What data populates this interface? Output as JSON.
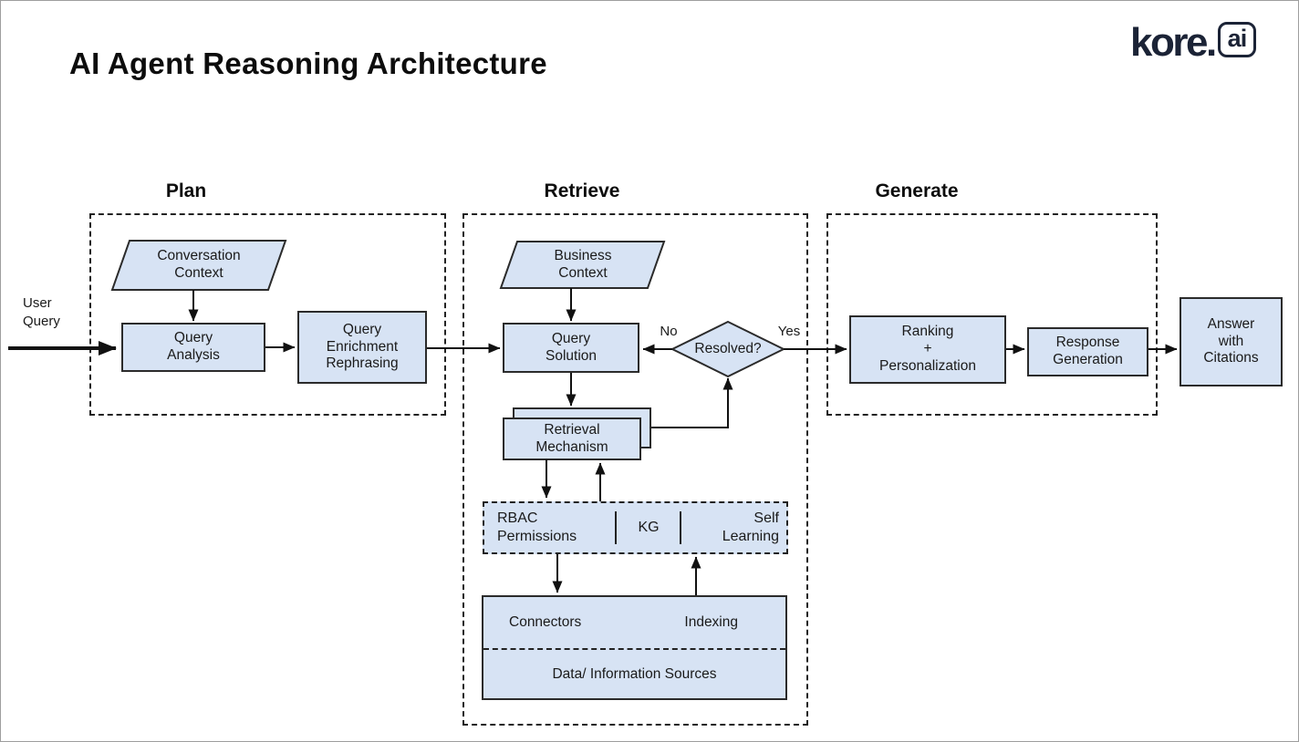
{
  "header": {
    "title": "AI Agent Reasoning Architecture",
    "logo": {
      "wordmark": "kore.",
      "bubble": "ai"
    }
  },
  "colors": {
    "node_fill": "#d7e3f4",
    "node_border": "#2b2b2b",
    "dashed_border": "#222222",
    "arrow": "#111111",
    "logo_navy": "#1b2336"
  },
  "input": {
    "label": "User\nQuery"
  },
  "output": {
    "label": "Answer\nwith\nCitations"
  },
  "decision_labels": {
    "no": "No",
    "yes": "Yes"
  },
  "sections": {
    "plan": {
      "label": "Plan",
      "nodes": {
        "conversation_context": "Conversation\nContext",
        "query_analysis": "Query\nAnalysis",
        "query_enrichment": "Query\nEnrichment\nRephrasing"
      }
    },
    "retrieve": {
      "label": "Retrieve",
      "nodes": {
        "business_context": "Business\nContext",
        "query_solution": "Query\nSolution",
        "resolved": "Resolved?",
        "retrieval_mechanism": "Retrieval\nMechanism",
        "rbac_permissions": "RBAC\nPermissions",
        "kg": "KG",
        "self_learning": "Self\nLearning",
        "connectors": "Connectors",
        "indexing": "Indexing",
        "data_sources": "Data/ Information Sources"
      }
    },
    "generate": {
      "label": "Generate",
      "nodes": {
        "ranking_personalization": "Ranking\n+\nPersonalization",
        "response_generation": "Response\nGeneration"
      }
    }
  }
}
